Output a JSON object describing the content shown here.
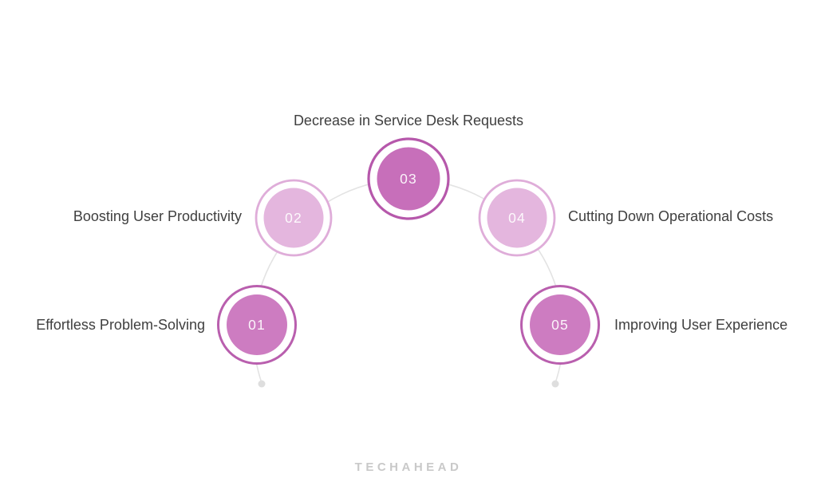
{
  "diagram": {
    "nodes": [
      {
        "number": "01",
        "label": "Effortless Problem-Solving",
        "fill_color": "#cd7cc1",
        "ring_color": "#b95fae"
      },
      {
        "number": "02",
        "label": "Boosting User Productivity",
        "fill_color": "#e4b6de",
        "ring_color": "#dfadd9"
      },
      {
        "number": "03",
        "label": "Decrease in Service Desk Requests",
        "fill_color": "#c76fba",
        "ring_color": "#b658ab"
      },
      {
        "number": "04",
        "label": "Cutting Down Operational Costs",
        "fill_color": "#e4b6de",
        "ring_color": "#dfadd9"
      },
      {
        "number": "05",
        "label": "Improving User Experience",
        "fill_color": "#cd7cc1",
        "ring_color": "#b95fae"
      }
    ],
    "number_color": "#ffffff",
    "label_color": "#3f3f3f",
    "connector_color": "#e3e3e3",
    "endpoint_dot_color": "#dedede",
    "node_background": "#ffffff"
  },
  "footer": {
    "logo_text": "TECHAHEAD",
    "logo_color": "#c9c9c9"
  }
}
